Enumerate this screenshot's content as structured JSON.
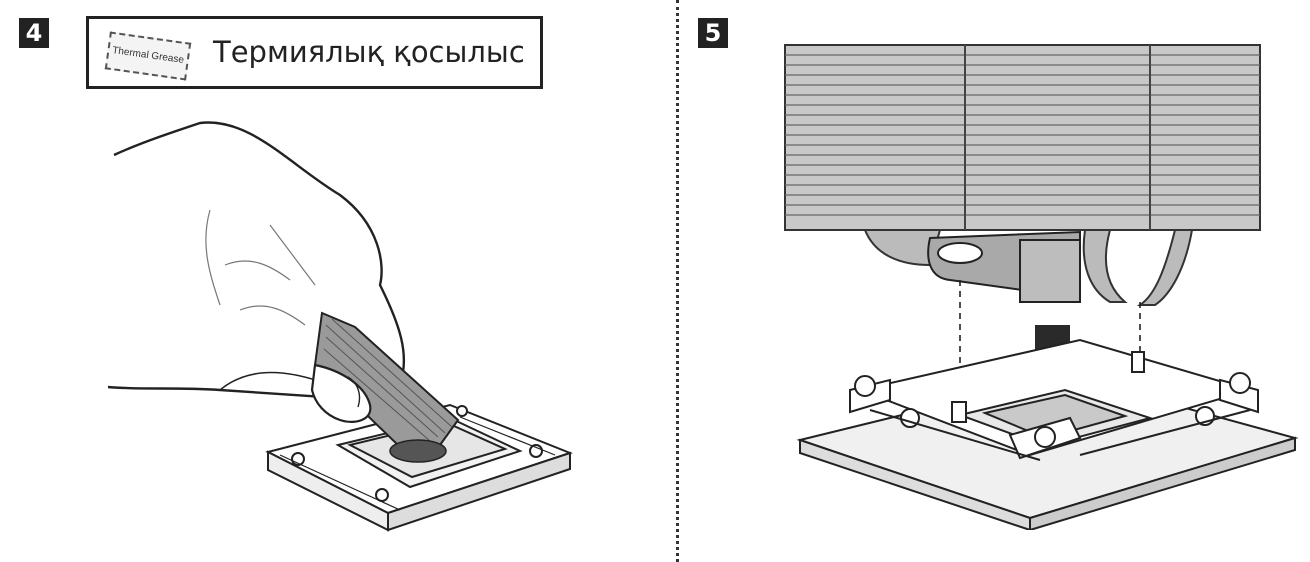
{
  "steps": [
    {
      "number": "4"
    },
    {
      "number": "5"
    }
  ],
  "step4": {
    "title": "Термиялық қосылыс",
    "tube_label": "Thermal Grease"
  }
}
